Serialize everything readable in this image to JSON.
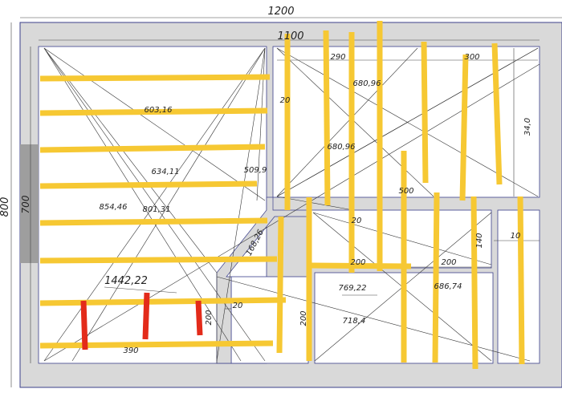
{
  "drawing": {
    "outer_width_label": "1200",
    "outer_height_label": "800",
    "inner_width_label": "1100",
    "inner_height_label": "700"
  },
  "dimensions": {
    "d290": "290",
    "d300": "300",
    "d20_top": "20",
    "d34": "34,0",
    "d680_top": "680,96",
    "d680_mid": "680,96",
    "d603": "603,16",
    "d634": "634,11",
    "d509": "509,9",
    "d854": "854,46",
    "d801": "801,31",
    "d500": "500",
    "d20_mid": "20",
    "d140": "140",
    "d10": "10",
    "d168": "168,26",
    "d200_right": "200",
    "d200_center": "200",
    "d769": "769,22",
    "d686": "686,74",
    "d1442": "1442,22",
    "d20_low": "20",
    "d200_v_left": "200",
    "d200_v_mid": "200",
    "d718": "718,4",
    "d390": "390"
  },
  "colors": {
    "wall_fill": "#d9d9d9",
    "wall_edge": "#3b3f8a",
    "opening": "#9e9e9e",
    "line": "#333333",
    "joist_yellow": "#f6c833",
    "joist_red": "#e32b1a"
  }
}
